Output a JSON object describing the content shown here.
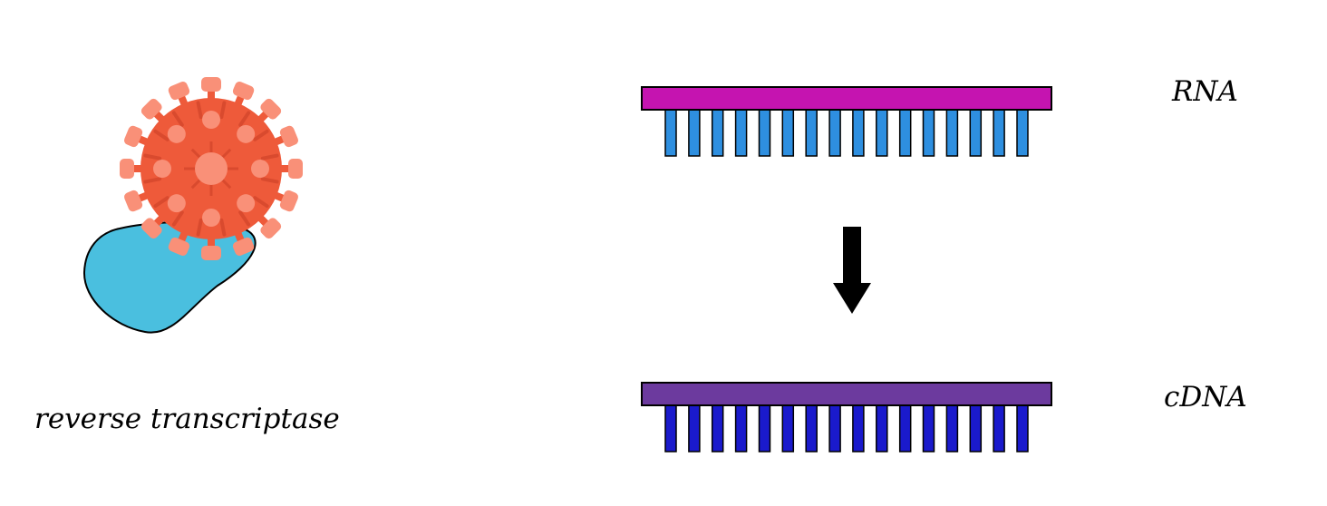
{
  "labels": {
    "enzyme": "reverse transcriptase",
    "rna": "RNA",
    "cdna": "cDNA"
  },
  "colors": {
    "virus_body": "#EE5A3A",
    "virus_spots": "#F99078",
    "enzyme_blob": "#4ABFDF",
    "rna_backbone": "#C514B0",
    "rna_bases": "#2E8FE0",
    "cdna_backbone": "#6C3A9E",
    "cdna_bases": "#1A1ACC",
    "arrow": "#000000"
  },
  "icons": {
    "virus": "coronavirus-icon",
    "enzyme": "enzyme-blob-icon",
    "arrow": "down-arrow-icon"
  },
  "strands": {
    "rna_base_count": 16,
    "cdna_base_count": 16
  }
}
